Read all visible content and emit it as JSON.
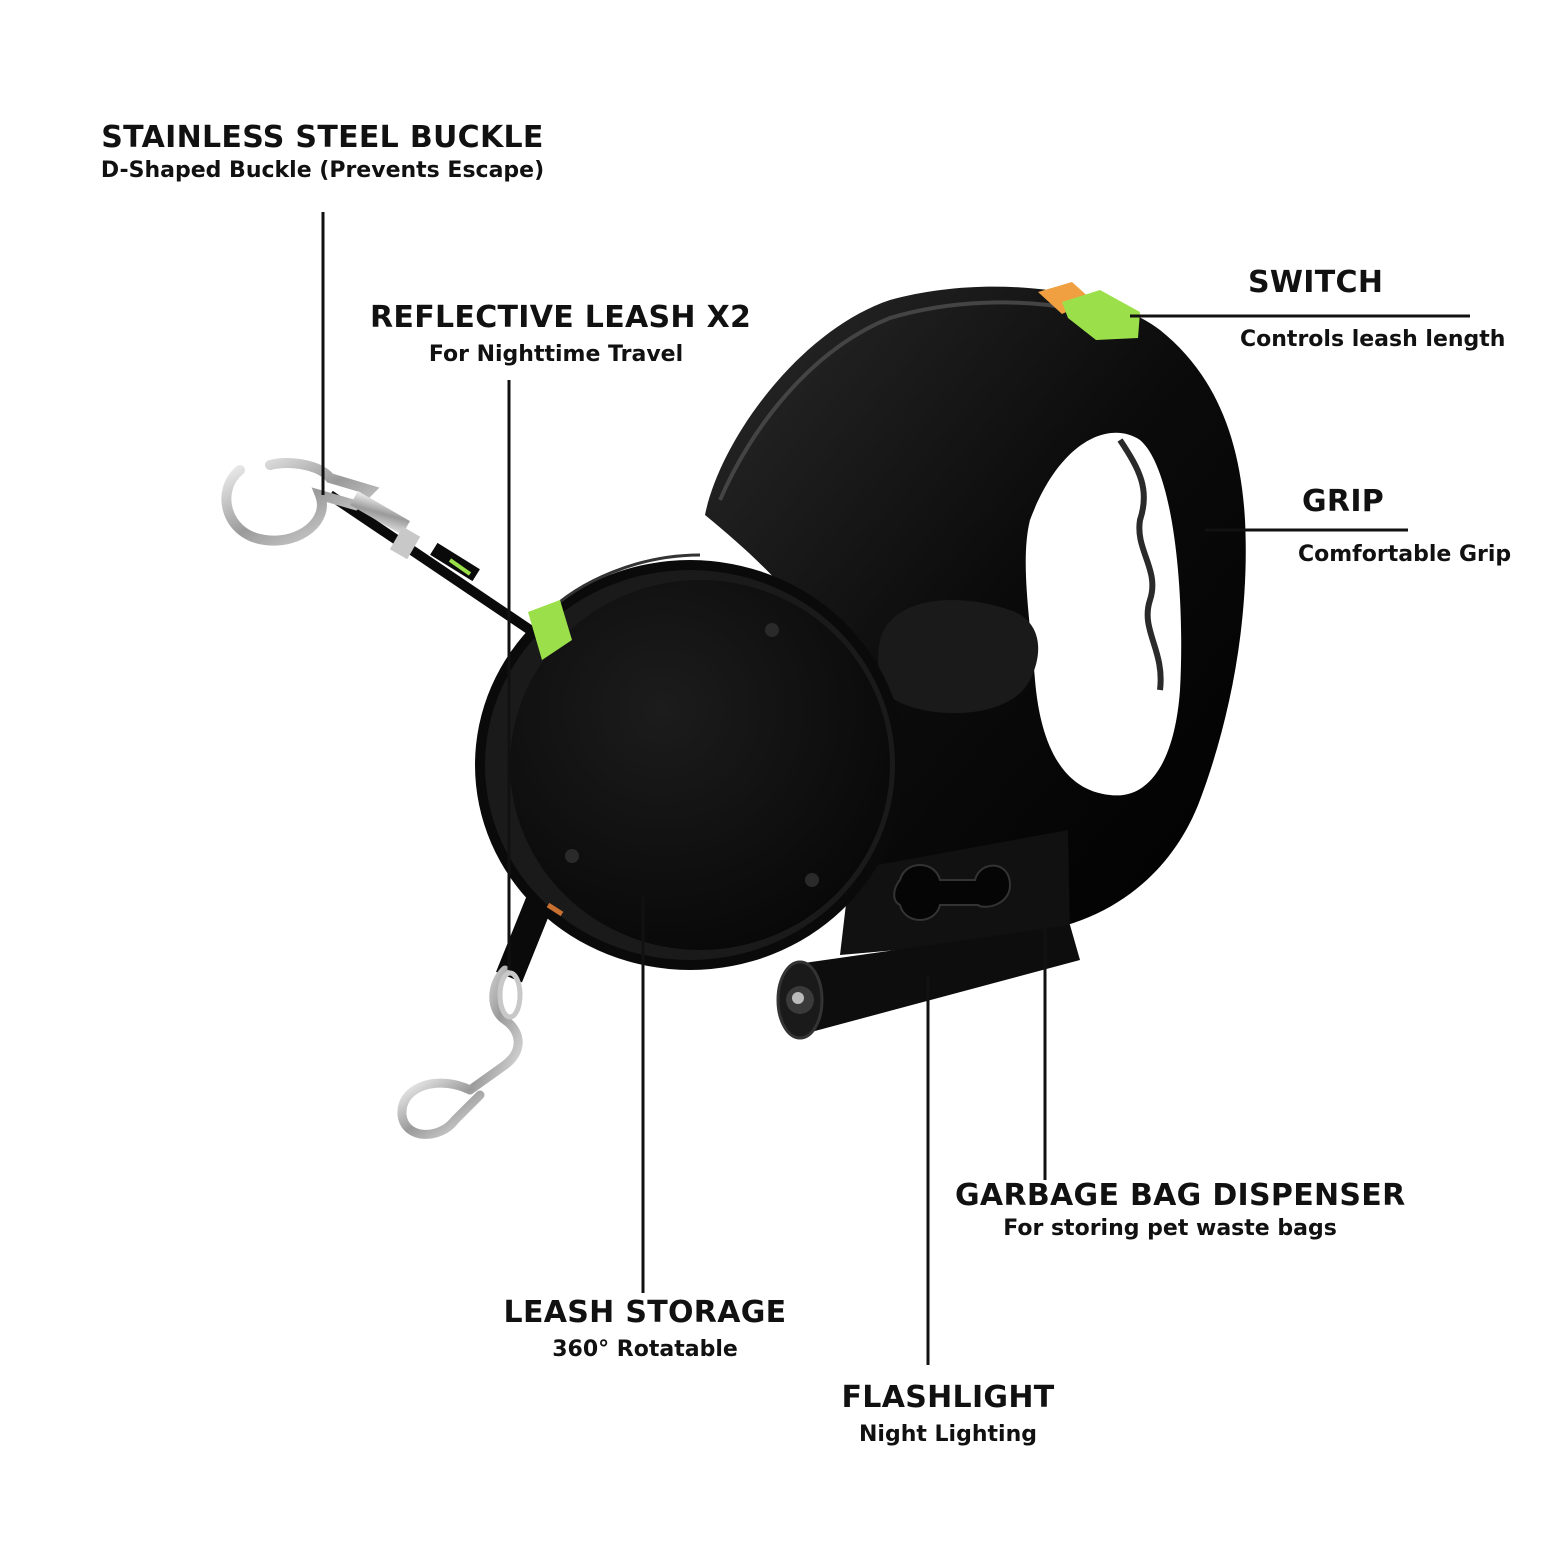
{
  "colors": {
    "body": "#0b0b0b",
    "highlight": "#3a3a3a",
    "accent_green": "#9be04a",
    "accent_orange": "#f0a040",
    "metal": "#c8c8c8",
    "leader_line": "#111111"
  },
  "callouts": {
    "buckle": {
      "title": "STAINLESS STEEL BUCKLE",
      "desc": "D-Shaped Buckle (Prevents Escape)"
    },
    "reflective": {
      "title": "REFLECTIVE LEASH X2",
      "desc": "For Nighttime Travel"
    },
    "switch": {
      "title": "SWITCH",
      "desc": "Controls leash length"
    },
    "grip": {
      "title": "GRIP",
      "desc": "Comfortable Grip"
    },
    "garbage": {
      "title": "GARBAGE BAG DISPENSER",
      "desc": "For storing pet waste bags"
    },
    "storage": {
      "title": "LEASH STORAGE",
      "desc": "360° Rotatable"
    },
    "flashlight": {
      "title": "FLASHLIGHT",
      "desc": "Night Lighting"
    }
  }
}
